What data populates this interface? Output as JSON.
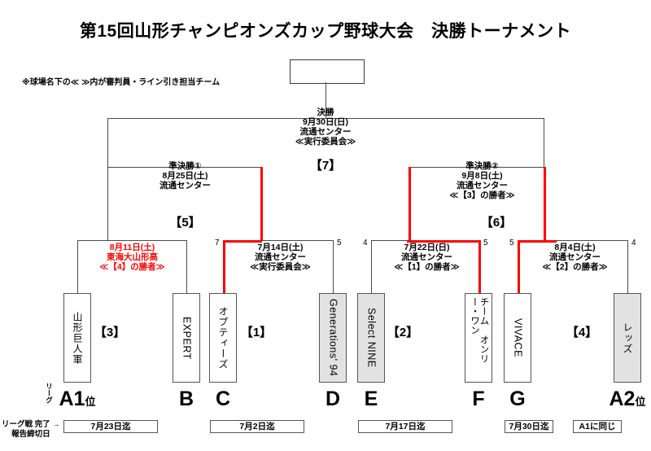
{
  "title": "第15回山形チャンピオンズカップ野球大会　決勝トーナメント",
  "note": "※球場名下の≪ ≫内が審判員・ライン引き担当チーム",
  "colors": {
    "winner_path": "#ff0000",
    "line": "#4a4a4a",
    "shaded_box": "#e2e2e2",
    "highlight_text": "#ff0000"
  },
  "final": {
    "round_label": "決勝",
    "date": "9月30日(日)",
    "venue": "流通センター",
    "officials": "≪実行委員会≫",
    "match_no": "【7】"
  },
  "semifinals": [
    {
      "round_label": "準決勝①",
      "date": "8月25日(土)",
      "venue": "流通センター",
      "officials": "",
      "match_no": "【5】"
    },
    {
      "round_label": "準決勝②",
      "date": "9月8日(土)",
      "venue": "流通センター",
      "officials": "≪【3】の勝者≫",
      "match_no": "【6】"
    }
  ],
  "quarterfinals": [
    {
      "date": "8月11日(土)",
      "venue": "東海大山形高",
      "officials": "≪【4】の勝者≫",
      "match_no": "【3】",
      "highlight": true,
      "score_left": "",
      "score_right": ""
    },
    {
      "date": "7月14日(土)",
      "venue": "流通センター",
      "officials": "≪実行委員会≫",
      "match_no": "【1】",
      "highlight": false,
      "score_left": "7",
      "score_right": "5"
    },
    {
      "date": "7月22日(日)",
      "venue": "流通センター",
      "officials": "≪【1】の勝者≫",
      "match_no": "【2】",
      "highlight": false,
      "score_left": "4",
      "score_right": "5"
    },
    {
      "date": "8月4日(土)",
      "venue": "流通センター",
      "officials": "≪【2】の勝者≫",
      "match_no": "【4】",
      "highlight": false,
      "score_left": "5",
      "score_right": "4"
    }
  ],
  "teams": [
    {
      "name": "山形巨人軍",
      "shaded": false,
      "style": "jp",
      "group": "A1",
      "rank": "位"
    },
    {
      "name": "EXPERT",
      "shaded": false,
      "style": "latin",
      "group": "B",
      "rank": ""
    },
    {
      "name": "オプティーズ",
      "shaded": false,
      "style": "jp",
      "group": "C",
      "rank": ""
    },
    {
      "name": "Generations' 94",
      "shaded": true,
      "style": "latin",
      "group": "D",
      "rank": ""
    },
    {
      "name": "Select NINE",
      "shaded": true,
      "style": "latin",
      "group": "E",
      "rank": ""
    },
    {
      "name": "チーム オンリー・ワン",
      "shaded": false,
      "style": "two-col",
      "group": "F",
      "rank": ""
    },
    {
      "name": "VIVACE",
      "shaded": false,
      "style": "latin",
      "group": "G",
      "rank": ""
    },
    {
      "name": "レッズ",
      "shaded": true,
      "style": "jp",
      "group": "A2",
      "rank": "位"
    }
  ],
  "league_label": "リーグ",
  "deadline_label_line1": "リーグ戦 完了 →",
  "deadline_label_line2": "報告締切日",
  "deadlines": [
    {
      "text": "7月23日迄"
    },
    {
      "text": "7月2日迄"
    },
    {
      "text": "7月17日迄"
    },
    {
      "text": "7月30日迄"
    },
    {
      "text": "A1に同じ"
    }
  ]
}
